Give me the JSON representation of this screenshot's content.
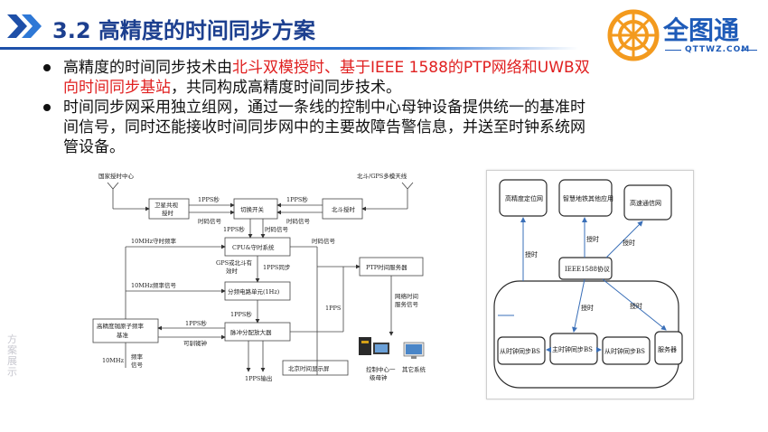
{
  "header": {
    "title": "3.2 高精度的时间同步方案"
  },
  "logo": {
    "name": "全图通",
    "sub": "QTTWZ.COM"
  },
  "bullets": [
    {
      "parts": [
        {
          "text": "高精度的时间同步技术由",
          "red": false
        },
        {
          "text": "北斗双模授时、基于IEEE 1588的PTP网络和UWB双向时间同步基站",
          "red": true
        },
        {
          "text": "，共同构成高精度时间同步技术。",
          "red": false
        }
      ]
    },
    {
      "parts": [
        {
          "text": "时间同步网采用独立组网，通过一条线的控制中心母钟设备提供统一的基准时间信号，同时还能接收时间同步网中的主要故障告警信息，并送至时钟系统网管设备。",
          "red": false
        }
      ]
    }
  ],
  "left_diagram": {
    "antenna_left": "国家授时中心",
    "antenna_right": "北斗/GPS多模天线",
    "sat_recv": "卫星共视授时",
    "switch": "切换开关",
    "bd_recv": "北斗授时",
    "cpu": "CPU&守时系统",
    "divider": "分频电路单元(1Hz)",
    "pulse": "脉冲分配放大器",
    "atomic": "高精度铷原子频率基准",
    "ptp": "PTP时间服务器",
    "beijing": "北京时间显示屏",
    "center": "控制中心一级母钟",
    "other": "其它系统",
    "l_1pps_a": "1PPS秒",
    "l_1pps_b": "1PPS秒",
    "l_time_a": "时码信号",
    "l_time_b": "时码信号",
    "l_1pps_c": "1PPS秒",
    "l_time_c": "时码信号",
    "l_10m_keep": "10MHz守时频率",
    "l_time_d": "时码信号",
    "l_gps_valid": "GPS或北斗有效时",
    "l_1pps_sync": "1PPS同步",
    "l_10m_freq": "10MHz频率信号",
    "l_1pps_d": "1PPS秒",
    "l_1pps_e": "1PPS秒",
    "l_keep_clock": "可驯铷钟",
    "l_1pps_f": "1PPS",
    "l_net_time": "网络时间服务信号",
    "l_10mhz": "10MHz",
    "l_freq": "频率信号",
    "l_1pps_out": "1PPS输出"
  },
  "right_diagram": {
    "box_precise": "高精度定位网",
    "box_smart": "智慧地铁其他应用",
    "box_comm": "高速通信网",
    "box_ieee": "IEEE1588协议",
    "box_slave1": "从时钟同步BS",
    "box_master": "主时钟同步BS",
    "box_slave2": "从时钟同步BS",
    "box_server": "服务器",
    "lbl_t1": "授时",
    "lbl_t2": "授时",
    "lbl_t3": "授时",
    "lbl_t4": "授时",
    "lbl_t5": "授时"
  },
  "side": {
    "text": "方案展示"
  },
  "colors": {
    "title": "#1c3f8f",
    "accent": "#2e78d6",
    "highlight": "#e02020",
    "logo": "#1e5bb8",
    "logo_orange": "#f39a1e"
  }
}
